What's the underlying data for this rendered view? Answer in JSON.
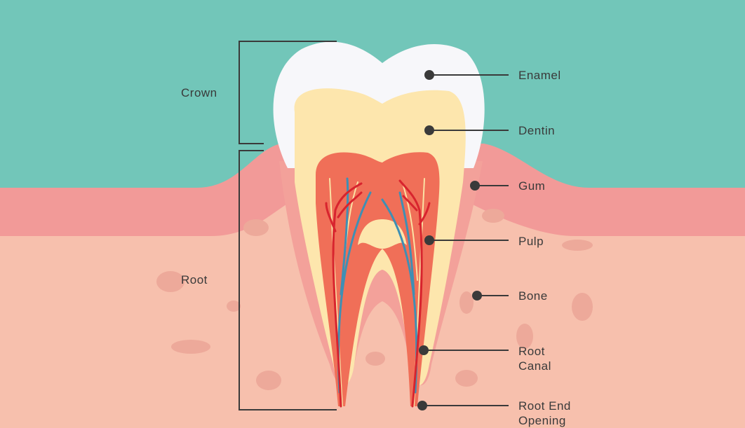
{
  "title": "Tooth Anatomy",
  "groups": {
    "crown": "Crown",
    "root": "Root"
  },
  "labels": {
    "enamel": "Enamel",
    "dentin": "Dentin",
    "gum": "Gum",
    "pulp": "Pulp",
    "bone": "Bone",
    "root_canal_1": "Root",
    "root_canal_2": "Canal",
    "root_end_1": "Root End",
    "root_end_2": "Opening"
  },
  "colors": {
    "background": "#72c6b9",
    "gum": "#f29a98",
    "bone": "#f7c0ad",
    "enamel": "#f7f7fa",
    "dentin": "#fde6ad",
    "pulp": "#f06f58",
    "artery": "#d8242e",
    "vein": "#3f8fb4",
    "nerve": "#fbe2a4",
    "label": "#3a3a3a"
  }
}
